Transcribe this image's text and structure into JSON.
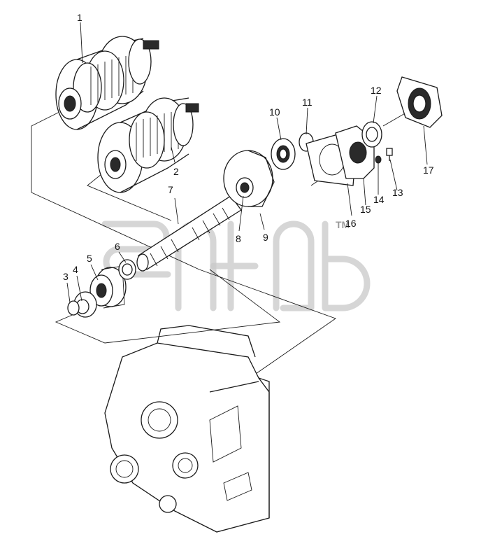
{
  "callouts": [
    "1",
    "2",
    "3",
    "4",
    "5",
    "6",
    "7",
    "8",
    "9",
    "10",
    "11",
    "12",
    "13",
    "14",
    "15",
    "16",
    "17"
  ],
  "watermark": {
    "letters": "TM"
  },
  "colors": {
    "line": "#1a1a1a",
    "watermark": "#c8c8c8",
    "background": "#ffffff"
  }
}
